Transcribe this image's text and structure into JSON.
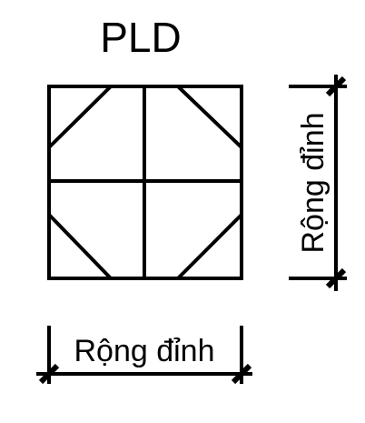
{
  "diagram": {
    "title": "PLD",
    "width_label": "Rộng đỉnh",
    "height_label": "Rộng đỉnh",
    "line_color": "#000000",
    "background": "#ffffff"
  }
}
